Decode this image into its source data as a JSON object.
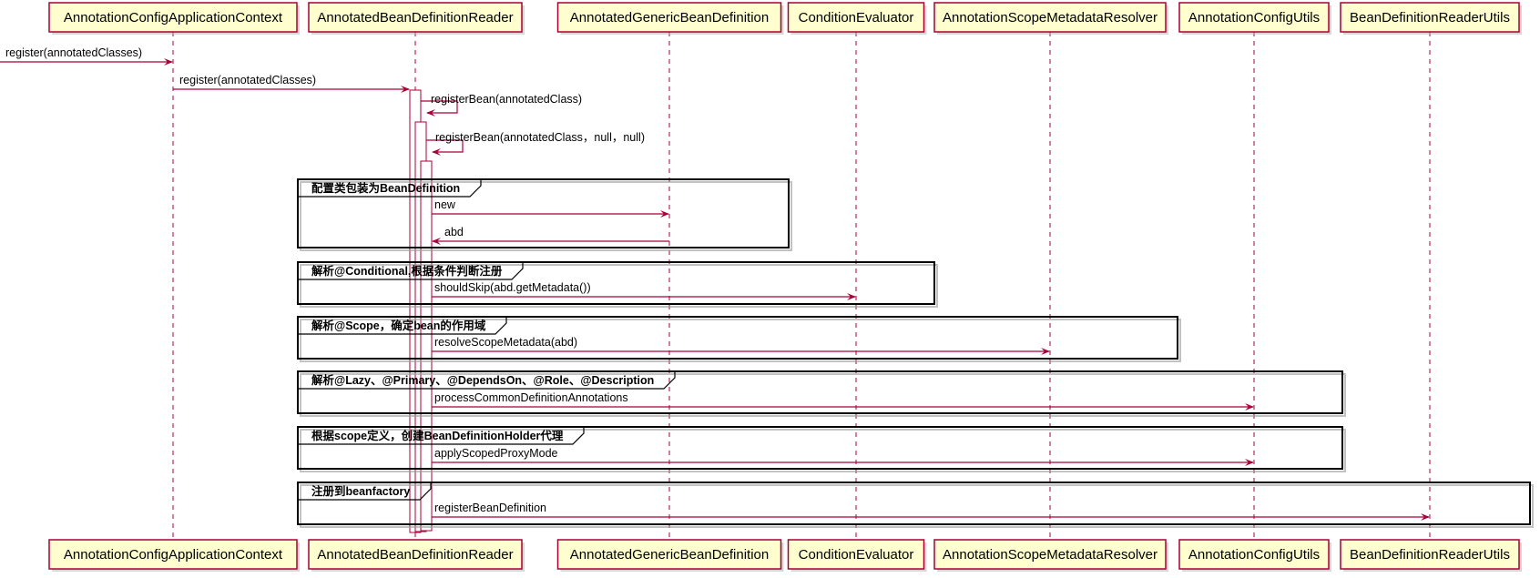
{
  "colors": {
    "participant_fill": "#FEFECE",
    "participant_border": "#A80036",
    "lifeline": "#A80036",
    "arrow": "#A80036",
    "frame_border": "#000000",
    "activation_fill": "#FFFFFF"
  },
  "participants": [
    {
      "id": "acac",
      "name": "AnnotationConfigApplicationContext"
    },
    {
      "id": "abdr",
      "name": "AnnotatedBeanDefinitionReader"
    },
    {
      "id": "agbd",
      "name": "AnnotatedGenericBeanDefinition"
    },
    {
      "id": "ce",
      "name": "ConditionEvaluator"
    },
    {
      "id": "asmr",
      "name": "AnnotationScopeMetadataResolver"
    },
    {
      "id": "acu",
      "name": "AnnotationConfigUtils"
    },
    {
      "id": "bdru",
      "name": "BeanDefinitionReaderUtils"
    }
  ],
  "messages": [
    {
      "from": "external",
      "to": "acac",
      "label": "register(annotatedClasses)",
      "kind": "sync"
    },
    {
      "from": "acac",
      "to": "abdr",
      "label": "register(annotatedClasses)",
      "kind": "sync"
    },
    {
      "from": "abdr",
      "to": "abdr",
      "label": "registerBean(annotatedClass)",
      "kind": "self"
    },
    {
      "from": "abdr",
      "to": "abdr",
      "label": "registerBean(annotatedClass，null，null)",
      "kind": "self"
    },
    {
      "from": "abdr",
      "to": "agbd",
      "label": "new",
      "kind": "sync"
    },
    {
      "from": "agbd",
      "to": "abdr",
      "label": "abd",
      "kind": "return"
    },
    {
      "from": "abdr",
      "to": "ce",
      "label": "shouldSkip(abd.getMetadata())",
      "kind": "sync"
    },
    {
      "from": "abdr",
      "to": "asmr",
      "label": "resolveScopeMetadata(abd)",
      "kind": "sync"
    },
    {
      "from": "abdr",
      "to": "acu",
      "label": "processCommonDefinitionAnnotations",
      "kind": "sync"
    },
    {
      "from": "abdr",
      "to": "acu",
      "label": "applyScopedProxyMode",
      "kind": "sync"
    },
    {
      "from": "abdr",
      "to": "bdru",
      "label": "registerBeanDefinition",
      "kind": "sync"
    }
  ],
  "groups": [
    {
      "title": "配置类包装为BeanDefinition"
    },
    {
      "title": "解析@Conditional,根据条件判断注册"
    },
    {
      "title": "解析@Scope，确定bean的作用域"
    },
    {
      "title": "解析@Lazy、@Primary、@DependsOn、@Role、@Description"
    },
    {
      "title": "根据scope定义，创建BeanDefinitionHolder代理"
    },
    {
      "title": "注册到beanfactory"
    }
  ]
}
